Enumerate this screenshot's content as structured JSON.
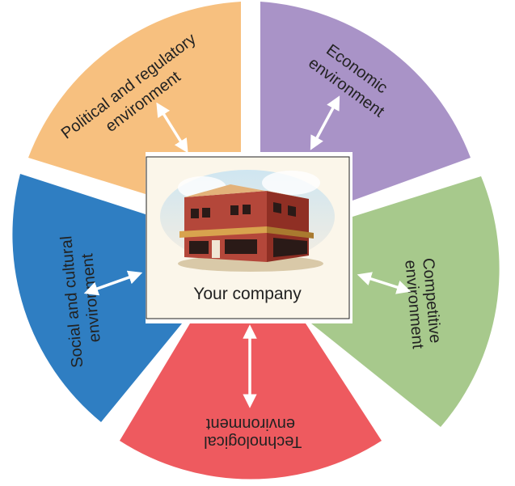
{
  "center": {
    "label": "Your company",
    "image_icon": "office-building-icon"
  },
  "segments": [
    {
      "id": "political",
      "lines": [
        "Political and regulatory",
        "environment"
      ],
      "color": "#F7C07F"
    },
    {
      "id": "economic",
      "lines": [
        "Economic",
        "environment"
      ],
      "color": "#A993C7"
    },
    {
      "id": "competitive",
      "lines": [
        "Competitive",
        "environment"
      ],
      "color": "#A7C98C"
    },
    {
      "id": "technological",
      "lines": [
        "Technological",
        "environment"
      ],
      "color": "#EE5A5F"
    },
    {
      "id": "social",
      "lines": [
        "Social and cultural",
        "environment"
      ],
      "color": "#2F7EC2"
    }
  ],
  "arrow_icon": "double-headed-arrow-icon"
}
